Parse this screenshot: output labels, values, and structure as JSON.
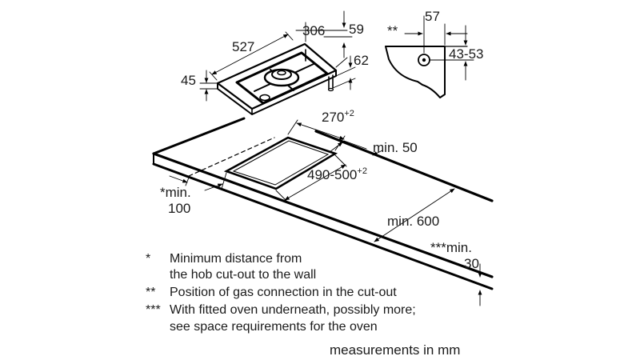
{
  "hob_dimensions": {
    "width": "306",
    "depth": "527",
    "depth_side": "59",
    "height": "45",
    "height_total": "62"
  },
  "gas_connection": {
    "marker": "**",
    "offset": "57",
    "range": "43-53"
  },
  "cutout": {
    "width": "270",
    "width_tolerance": "+2",
    "depth": "490-500",
    "depth_tolerance": "+2",
    "min_back": "min. 50",
    "min_side_line1": "*min.",
    "min_side_line2": "100",
    "min_front": "min. 600",
    "min_below_line1": "***min.",
    "min_below_line2": "30"
  },
  "notes": [
    {
      "marker": "*",
      "line1": "Minimum distance from",
      "line2": "the hob cut-out to the wall"
    },
    {
      "marker": "**",
      "line1": "Position of gas connection in the cut-out",
      "line2": ""
    },
    {
      "marker": "***",
      "line1": "With fitted oven underneath, possibly more;",
      "line2": "see space requirements for the oven"
    }
  ],
  "units_caption": "measurements in mm"
}
